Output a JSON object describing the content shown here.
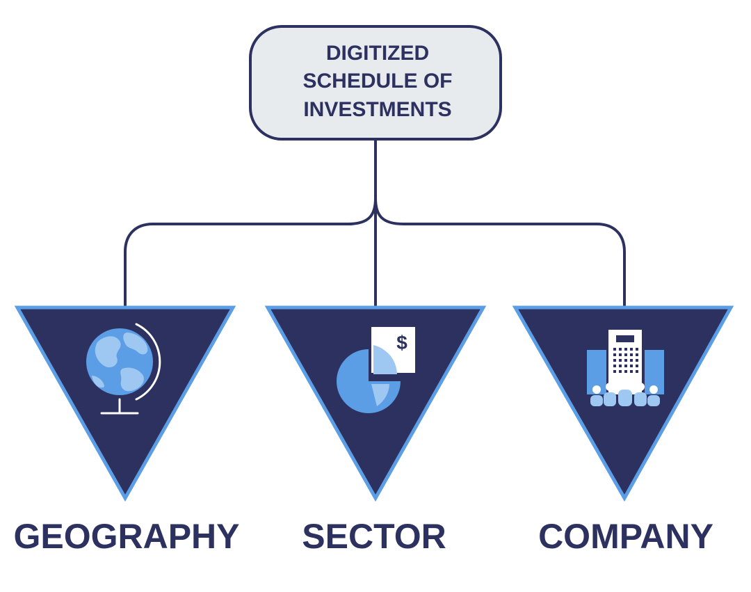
{
  "root": {
    "lines": [
      "DIGITIZED",
      "SCHEDULE OF",
      "INVESTMENTS"
    ]
  },
  "branches": [
    {
      "label": "GEOGRAPHY",
      "icon": "globe-icon"
    },
    {
      "label": "SECTOR",
      "icon": "pie-chart-dollar-icon"
    },
    {
      "label": "COMPANY",
      "icon": "office-building-people-icon"
    }
  ],
  "colors": {
    "navy": "#2d3160",
    "accent_blue": "#5b9ee5",
    "light_blue": "#9ec7f2",
    "box_fill": "#e8ebed"
  },
  "icon_glyphs": {
    "dollar": "$"
  }
}
